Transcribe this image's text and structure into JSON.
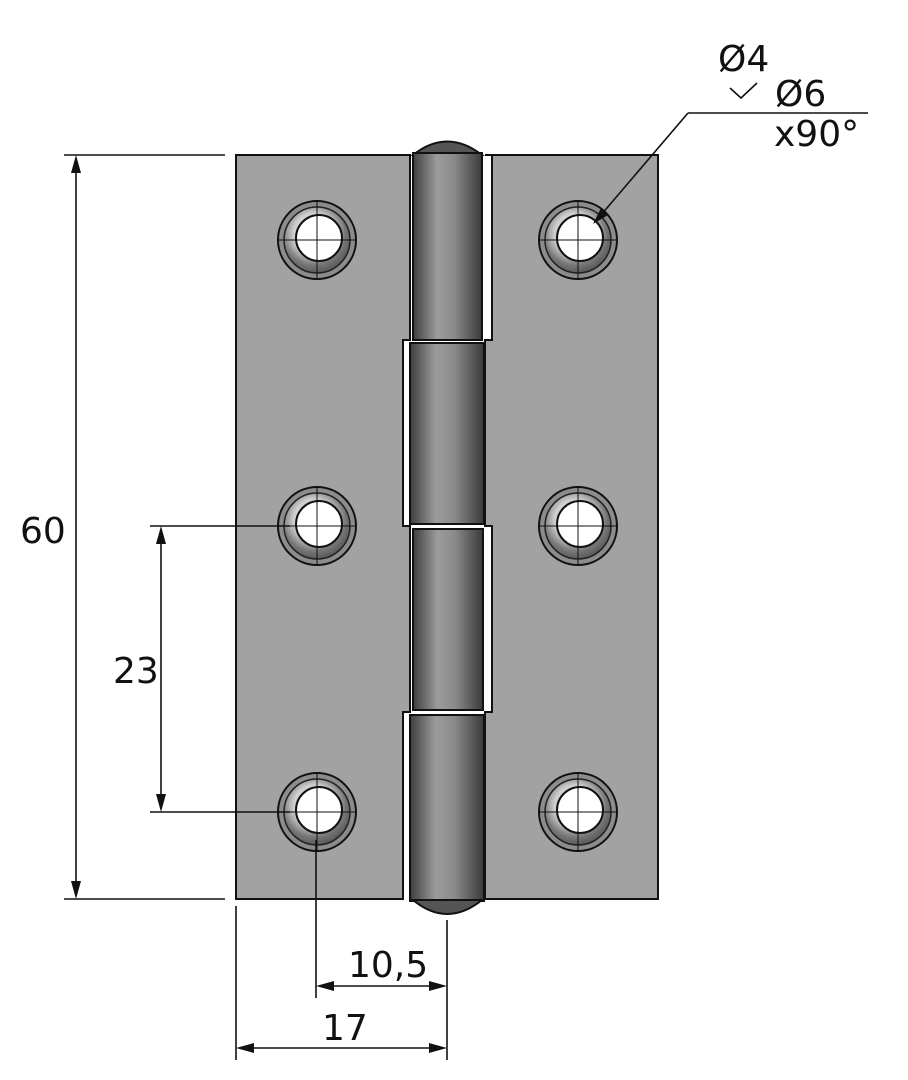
{
  "dimensions": {
    "height": "60",
    "hole_spacing": "23",
    "hole_offset": "10,5",
    "leaf_width": "17"
  },
  "countersink": {
    "through_hole": "Ø4",
    "head": "Ø6",
    "angle": "x90°"
  },
  "colors": {
    "leaf_fill": "#a2a2a2",
    "knuckle_dark": "#555555",
    "knuckle_light": "#9a9a9a",
    "outline": "#111111",
    "hole_ring": "#8c8c8c",
    "background": "#ffffff"
  }
}
